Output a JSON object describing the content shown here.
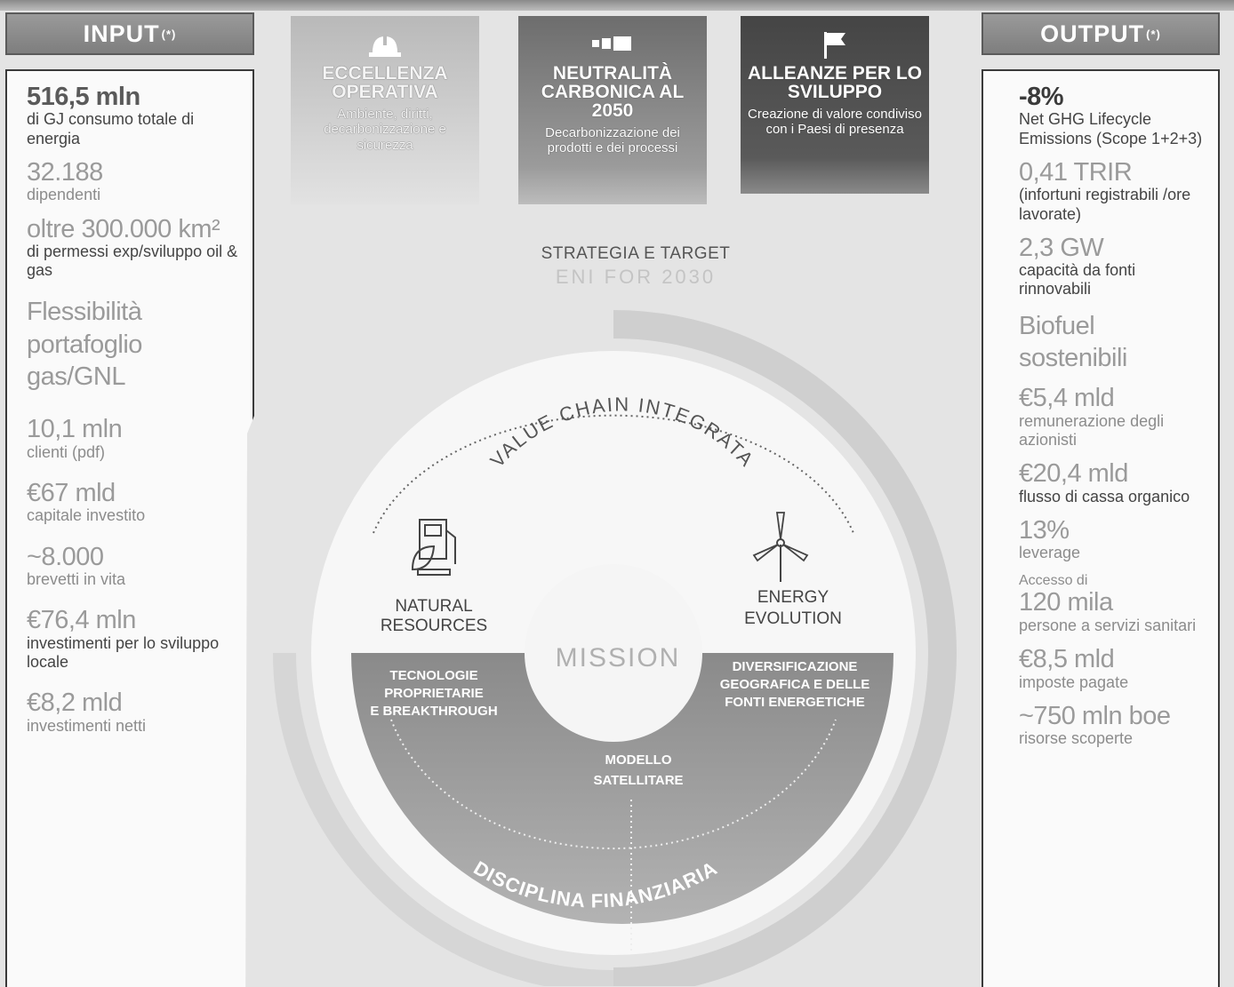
{
  "input": {
    "header": "INPUT",
    "header_sup": "(*)",
    "items": [
      {
        "big": "516,5 mln",
        "small": "di GJ consumo totale di energia"
      },
      {
        "big": "32.188",
        "small": "dipendenti"
      },
      {
        "big": "oltre 300.000 km²",
        "small": "di permessi exp/sviluppo oil & gas"
      },
      {
        "big": "Flessibilità portafoglio gas/GNL",
        "small": ""
      },
      {
        "big": "10,1 mln",
        "small": "clienti (pdf)"
      },
      {
        "big": "€67 mld",
        "small": "capitale investito"
      },
      {
        "big": "~8.000",
        "small": "brevetti in vita"
      },
      {
        "big": "€76,4 mln",
        "small": "investimenti per lo sviluppo locale"
      },
      {
        "big": "€8,2 mld",
        "small": "investimenti netti"
      }
    ]
  },
  "output": {
    "header": "OUTPUT",
    "header_sup": "(*)",
    "items": [
      {
        "pre": "",
        "big": "-8%",
        "small": "Net GHG Lifecycle Emissions (Scope 1+2+3)"
      },
      {
        "pre": "",
        "big": "0,41 TRIR",
        "small": "(infortuni registrabili /ore lavorate)"
      },
      {
        "pre": "",
        "big": "2,3 GW",
        "small": "capacità da fonti rinnovabili"
      },
      {
        "pre": "",
        "big": "Biofuel sostenibili",
        "small": ""
      },
      {
        "pre": "",
        "big": "€5,4 mld",
        "small": "remunerazione degli azionisti"
      },
      {
        "pre": "",
        "big": "€20,4 mld",
        "small": "flusso di cassa organico"
      },
      {
        "pre": "",
        "big": "13%",
        "small": "leverage"
      },
      {
        "pre": "Accesso di",
        "big": "120 mila",
        "small": "persone a servizi sanitari"
      },
      {
        "pre": "",
        "big": "€8,5 mld",
        "small": "imposte pagate"
      },
      {
        "pre": "",
        "big": "~750 mln boe",
        "small": "risorse scoperte"
      }
    ]
  },
  "pillars": [
    {
      "title": "ECCELLENZA OPERATIVA",
      "desc": "Ambiente, diritti, decarbonizzazione e sicurezza",
      "icon": "helmet-icon"
    },
    {
      "title": "NEUTRALITÀ CARBONICA AL 2050",
      "desc": "Decarbonizzazione dei prodotti e dei processi",
      "icon": "battery-icon"
    },
    {
      "title": "ALLEANZE PER LO SVILUPPO",
      "desc": "Creazione di valore condiviso con i Paesi di presenza",
      "icon": "flag-icon"
    }
  ],
  "strategy": {
    "title": "STRATEGIA E TARGET",
    "subtitle": "ENI FOR 2030"
  },
  "diagram": {
    "value_chain": "VALUE CHAIN INTEGRATA",
    "natural_resources": [
      "NATURAL",
      "RESOURCES"
    ],
    "energy_evolution": [
      "ENERGY",
      "EVOLUTION"
    ],
    "mission": "MISSION",
    "tecnologie": [
      "TECNOLOGIE",
      "PROPRIETARIE",
      "E BREAKTHROUGH"
    ],
    "diversificazione": [
      "DIVERSIFICAZIONE",
      "GEOGRAFICA E DELLE",
      "FONTI ENERGETICHE"
    ],
    "modello": [
      "MODELLO",
      "SATELLITARE"
    ],
    "disciplina": "DISCIPLINA FINANZIARIA"
  },
  "colors": {
    "dark_box": "#454545",
    "mid_box": "#7a7a7a",
    "light_box": "#c8c8c8"
  }
}
